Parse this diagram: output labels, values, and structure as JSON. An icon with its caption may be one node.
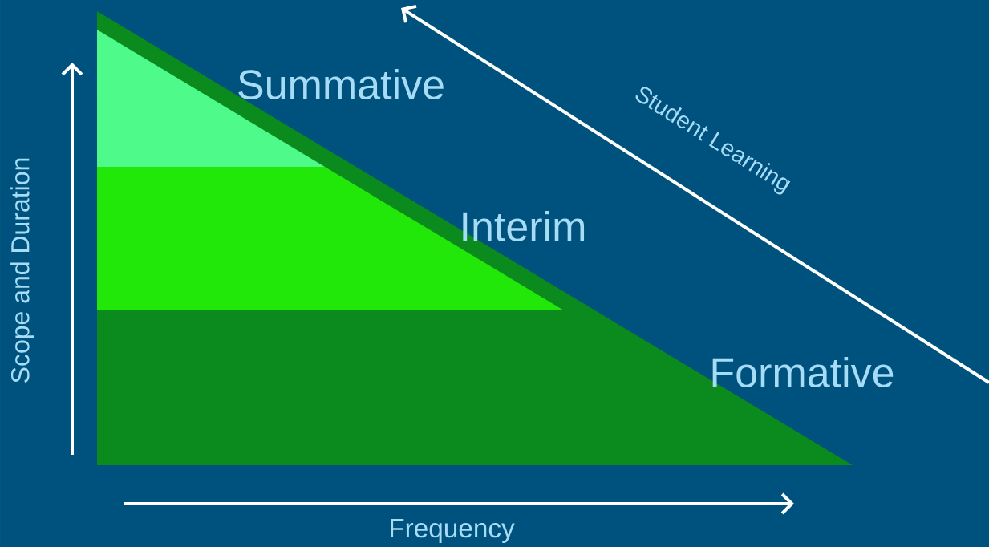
{
  "diagram": {
    "nodes": [
      {
        "text": [
          "Formative"
        ]
      },
      {
        "text": [
          "Interim"
        ],
        "in": 0
      },
      {
        "text": [
          "Summative"
        ],
        "in": 0
      }
    ],
    "labels": [
      "Student Learning",
      "Scope and Duration",
      "Frequency"
    ]
  }
}
